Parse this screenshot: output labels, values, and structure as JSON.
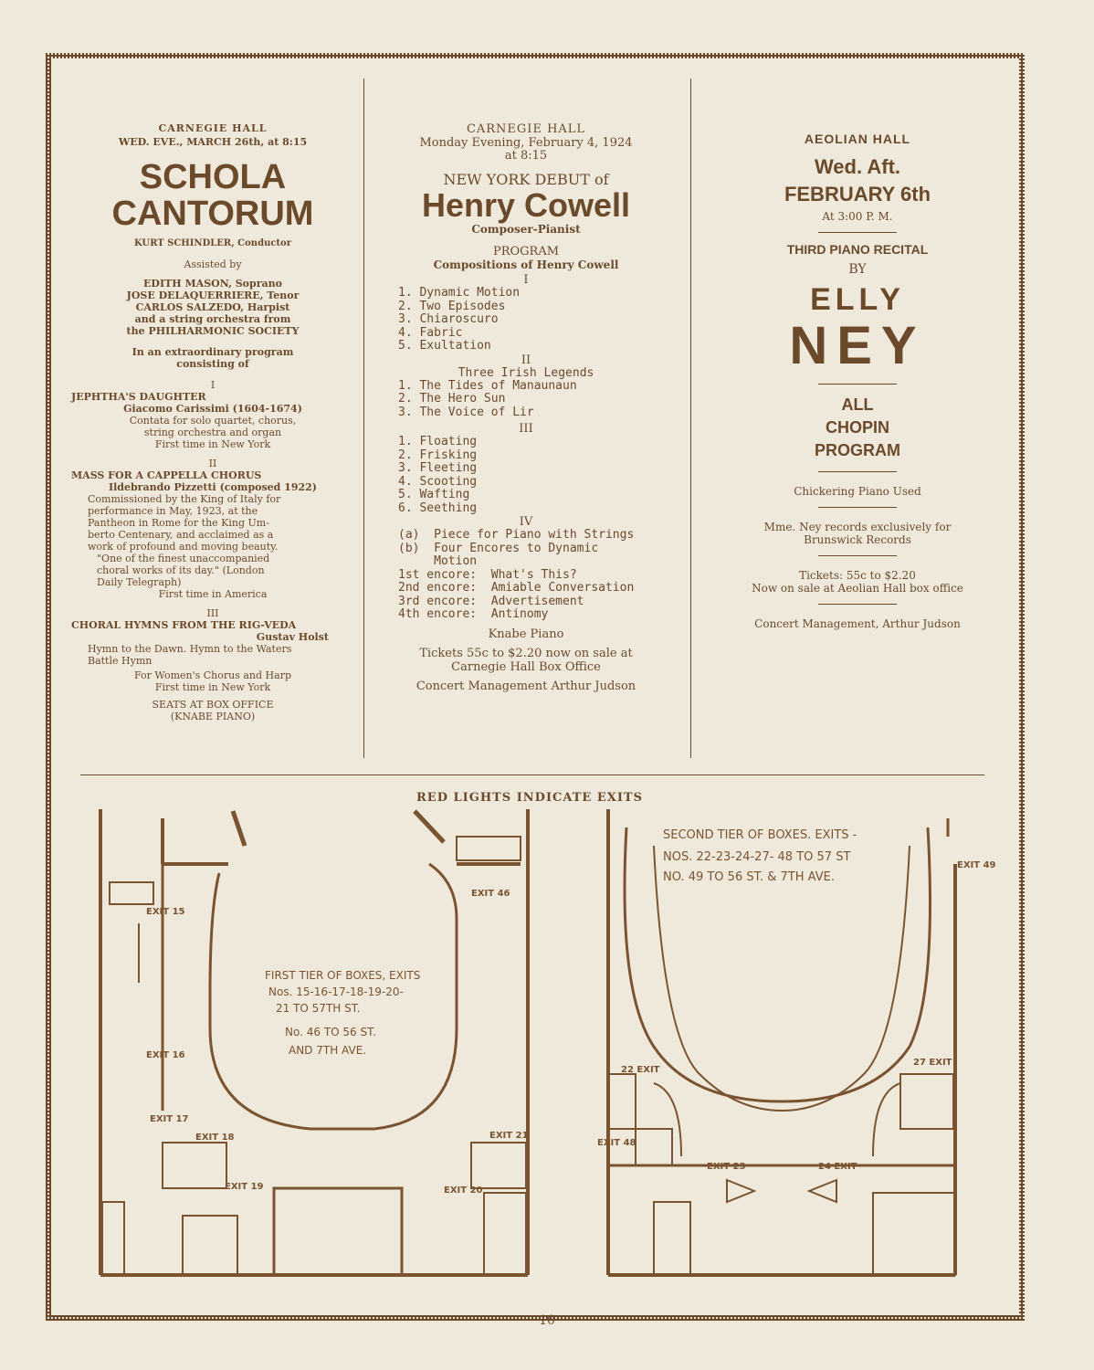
{
  "col1": {
    "hall": "CARNEGIE HALL",
    "date": "WED. EVE., MARCH 26th, at 8:15",
    "title1": "SCHOLA",
    "title2": "CANTORUM",
    "conductor": "KURT SCHINDLER, Conductor",
    "assisted": "Assisted by",
    "artists": [
      "EDITH MASON, Soprano",
      "JOSE DELAQUERRIERE, Tenor",
      "CARLOS SALZEDO, Harpist",
      "and a string orchestra from",
      "the PHILHARMONIC SOCIETY"
    ],
    "program_intro": [
      "In an extraordinary program",
      "consisting of"
    ],
    "part1": {
      "num": "I",
      "title": "JEPHTHA'S DAUGHTER",
      "composer": "Giacomo Carissimi (1604-1674)",
      "desc": [
        "Contata for solo quartet, chorus,",
        "string orchestra and organ"
      ],
      "note": "First time in New York"
    },
    "part2": {
      "num": "II",
      "title": "MASS FOR A CAPPELLA CHORUS",
      "composer": "Ildebrando Pizzetti (composed 1922)",
      "desc": [
        "Commissioned by the King of Italy for",
        "performance in May, 1923, at the",
        "Pantheon in Rome for the King Um-",
        "berto Centenary, and acclaimed as a",
        "work of profound and moving beauty."
      ],
      "quote": [
        "\"One of the finest unaccompanied",
        "choral works of its day.\" (London",
        "Daily Telegraph)"
      ],
      "note": "First time in America"
    },
    "part3": {
      "num": "III",
      "title": "CHORAL HYMNS FROM THE RIG-VEDA",
      "composer": "Gustav Holst",
      "desc": [
        "Hymn to the Dawn. Hymn to the Waters",
        "Battle Hymn"
      ],
      "desc2": [
        "For Women's Chorus and Harp",
        "First time in New York"
      ]
    },
    "seats": "SEATS AT BOX OFFICE",
    "piano": "(KNABE PIANO)"
  },
  "col2": {
    "hall": "CARNEGIE HALL",
    "date": "Monday Evening, February 4, 1924",
    "time": "at 8:15",
    "debut": "NEW YORK DEBUT of",
    "name": "Henry Cowell",
    "role": "Composer-Pianist",
    "program": "PROGRAM",
    "comp": "Compositions of Henry Cowell",
    "s1": "I",
    "l1": [
      "1. Dynamic Motion",
      "2. Two Episodes",
      "3. Chiaroscuro",
      "4. Fabric",
      "5. Exultation"
    ],
    "s2": "II",
    "s2t": "Three Irish Legends",
    "l2": [
      "1. The Tides of Manaunaun",
      "2. The Hero Sun",
      "3. The Voice of Lir"
    ],
    "s3": "III",
    "l3": [
      "1. Floating",
      "2. Frisking",
      "3. Fleeting",
      "4. Scooting",
      "5. Wafting",
      "6. Seething"
    ],
    "s4": "IV",
    "l4": [
      "(a)  Piece for Piano with Strings",
      "(b)  Four Encores to Dynamic",
      "     Motion",
      "1st encore:  What's This?",
      "2nd encore:  Amiable Conversation",
      "3rd encore:  Advertisement",
      "4th encore:  Antinomy"
    ],
    "piano": "Knabe Piano",
    "tickets1": "Tickets 55c to $2.20 now on sale at",
    "tickets2": "Carnegie Hall Box Office",
    "mgmt": "Concert Management Arthur Judson"
  },
  "col3": {
    "hall": "AEOLIAN HALL",
    "day": "Wed. Aft.",
    "date": "FEBRUARY 6th",
    "time": "At 3:00 P. M.",
    "recital": "THIRD PIANO RECITAL",
    "by": "BY",
    "first": "ELLY",
    "last": "NEY",
    "prog1": "ALL",
    "prog2": "CHOPIN",
    "prog3": "PROGRAM",
    "piano": "Chickering Piano Used",
    "records1": "Mme. Ney records exclusively for",
    "records2": "Brunswick Records",
    "tickets1": "Tickets: 55c to $2.20",
    "tickets2": "Now on sale at Aeolian Hall box office",
    "mgmt": "Concert Management, Arthur Judson"
  },
  "plans": {
    "heading": "RED LIGHTS INDICATE EXITS",
    "first_tier": [
      "FIRST TIER OF BOXES, EXITS",
      "Nos. 15-16-17-18-19-20-",
      "21 TO 57TH ST.",
      "No. 46 TO 56 ST.",
      "AND 7TH AVE."
    ],
    "second_tier": [
      "SECOND TIER OF BOXES. EXITS -",
      "NOS. 22-23-24-27- 48 TO 57 ST",
      "NO. 49 TO 56 ST. & 7TH AVE."
    ],
    "exits_left": [
      "EXIT 15",
      "EXIT 16",
      "EXIT 17",
      "EXIT 18",
      "EXIT 19",
      "EXIT 20",
      "EXIT 21",
      "EXIT 46"
    ],
    "exits_right": [
      "EXIT 49",
      "27 EXIT",
      "22 EXIT",
      "EXIT 48",
      "EXIT 23",
      "24 EXIT"
    ]
  },
  "page_number": "10"
}
